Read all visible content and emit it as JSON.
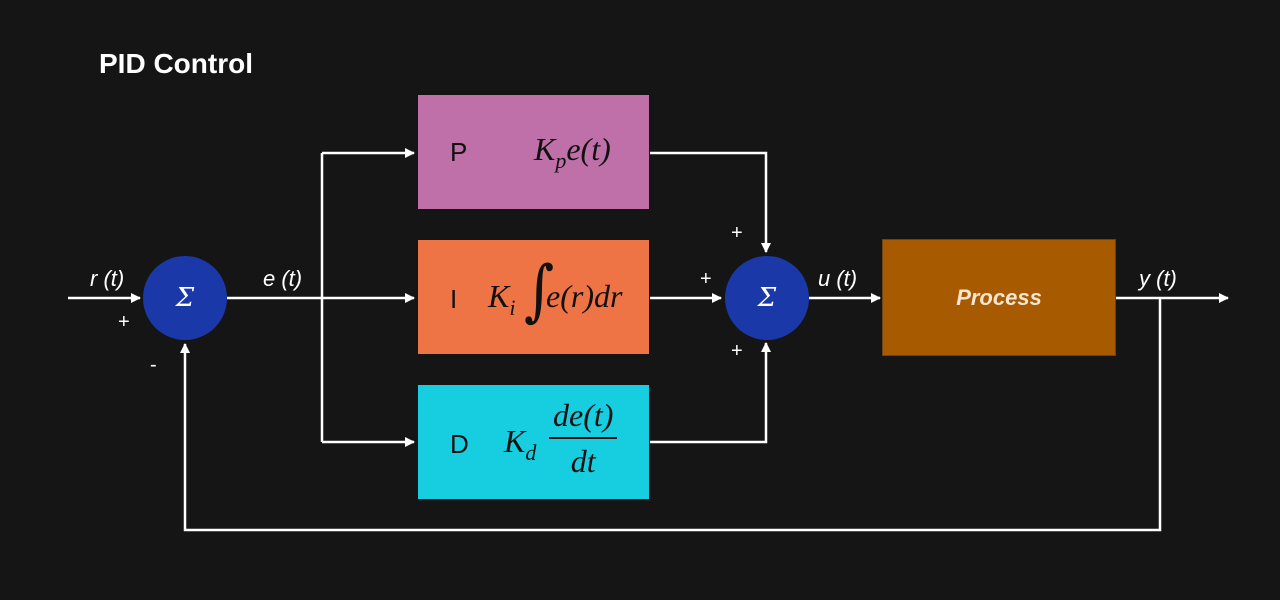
{
  "title": "PID Control",
  "blocks": {
    "p": {
      "letter": "P",
      "gain": "K",
      "gain_sub": "p",
      "expr": "e(t)",
      "color": "#bf70a8"
    },
    "i": {
      "letter": "I",
      "gain": "K",
      "gain_sub": "i",
      "integral": "∫",
      "expr": "e(r)dr",
      "color": "#ee7445"
    },
    "d": {
      "letter": "D",
      "gain": "K",
      "gain_sub": "d",
      "num": "de(t)",
      "den": "dt",
      "color": "#17cde0"
    },
    "process": {
      "label": "Process",
      "color": "#a85a00"
    }
  },
  "sum_symbol": "Σ",
  "signals": {
    "r": "r (t)",
    "e": "e (t)",
    "u": "u (t)",
    "y": "y (t)"
  },
  "signs": {
    "s1_plus": "+",
    "s1_minus": "-",
    "s2_top": "+",
    "s2_left": "+",
    "s2_bottom": "+"
  },
  "colors": {
    "background": "#151515",
    "sum_node": "#1b38a9",
    "wire": "#ffffff"
  }
}
